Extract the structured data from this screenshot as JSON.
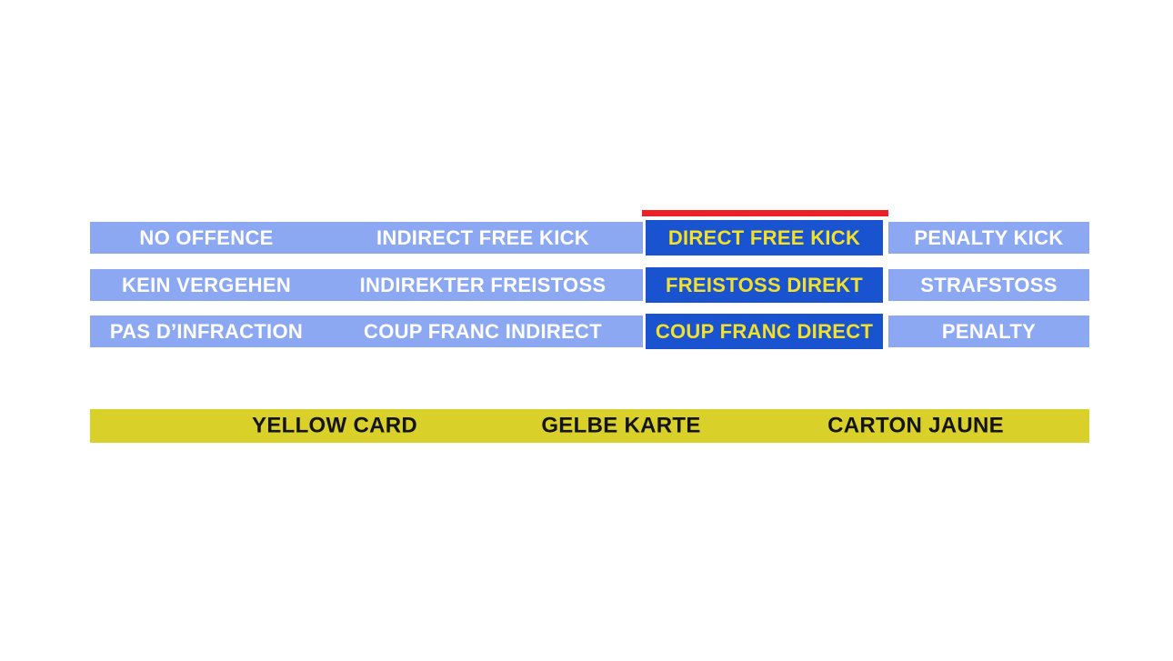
{
  "palette": {
    "light_blue": "#8DA8F3",
    "dark_blue_selected": "#1953CF",
    "red_marker": "#EC2127",
    "yellow_bar": "#D9D02A",
    "yellow_selected_text": "#F2E02B",
    "white_text": "#FFFFFF",
    "black_text": "#141414"
  },
  "grid": {
    "rows": [
      {
        "options": [
          {
            "label": "NO OFFENCE",
            "selected": false
          },
          {
            "label": "INDIRECT FREE KICK",
            "selected": false
          },
          {
            "label": "DIRECT FREE KICK",
            "selected": true
          },
          {
            "label": "PENALTY KICK",
            "selected": false
          }
        ]
      },
      {
        "options": [
          {
            "label": "KEIN VERGEHEN",
            "selected": false
          },
          {
            "label": "INDIREKTER FREISTOSS",
            "selected": false
          },
          {
            "label": "FREISTOSS DIREKT",
            "selected": true
          },
          {
            "label": "STRAFSTOSS",
            "selected": false
          }
        ]
      },
      {
        "options": [
          {
            "label": "PAS D’INFRACTION",
            "selected": false
          },
          {
            "label": "COUP FRANC INDIRECT",
            "selected": false
          },
          {
            "label": "COUP FRANC DIRECT",
            "selected": true
          },
          {
            "label": "PENALTY",
            "selected": false
          }
        ]
      }
    ]
  },
  "card_bar": {
    "labels": [
      "YELLOW CARD",
      "GELBE KARTE",
      "CARTON JAUNE"
    ]
  }
}
